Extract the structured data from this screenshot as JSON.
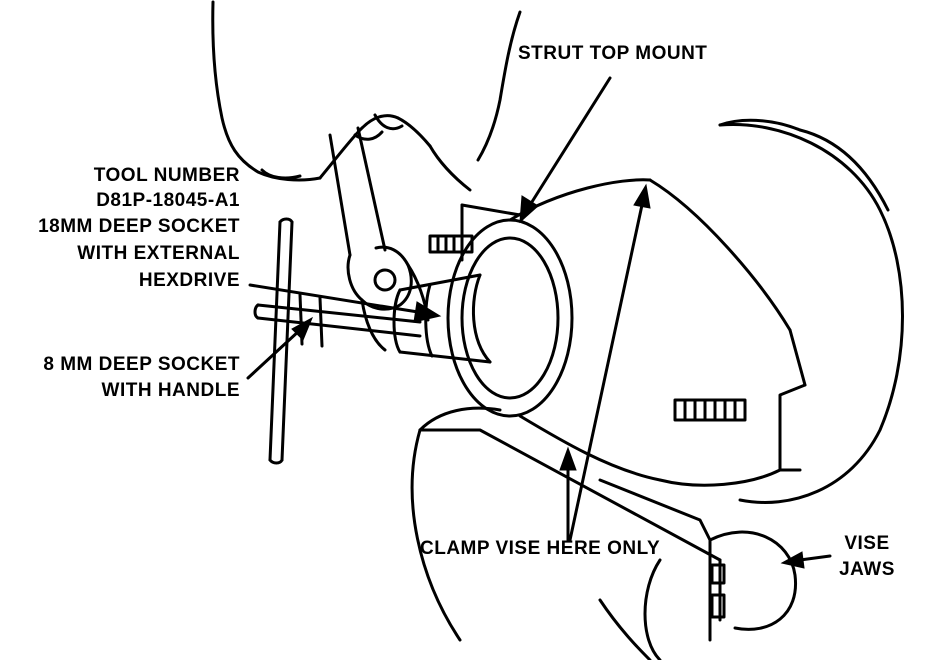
{
  "labels": {
    "strut_top_mount": "STRUT TOP MOUNT",
    "tool_number_1": "TOOL NUMBER",
    "tool_number_2": "D81P-18045-A1",
    "tool_number_3": "18MM DEEP SOCKET",
    "tool_number_4": "WITH EXTERNAL",
    "tool_number_5": "HEXDRIVE",
    "socket_8mm_1": "8 MM DEEP SOCKET",
    "socket_8mm_2": "WITH HANDLE",
    "clamp_vise": "CLAMP VISE HERE ONLY",
    "vise_jaws_1": "VISE",
    "vise_jaws_2": "JAWS"
  },
  "colors": {
    "ink": "#000000",
    "paper": "#ffffff"
  }
}
